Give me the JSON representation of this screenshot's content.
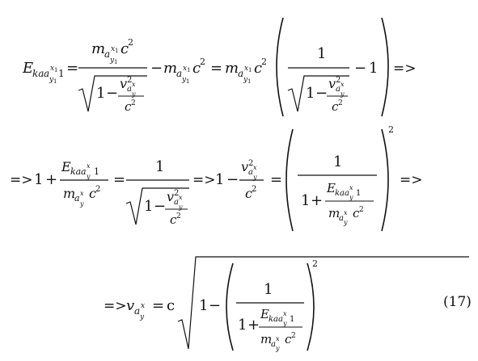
{
  "equation": {
    "number": "(17)",
    "symbols": {
      "E": "E",
      "ka": "ka",
      "m": "m",
      "a": "a",
      "x1": "x",
      "x_sub": "1",
      "y1": "y",
      "y_sub": "1",
      "one": "1",
      "c": "c",
      "two": "2",
      "v": "v",
      "minus": "−",
      "plus": "+",
      "eq": "=",
      "implies": "=>"
    }
  }
}
